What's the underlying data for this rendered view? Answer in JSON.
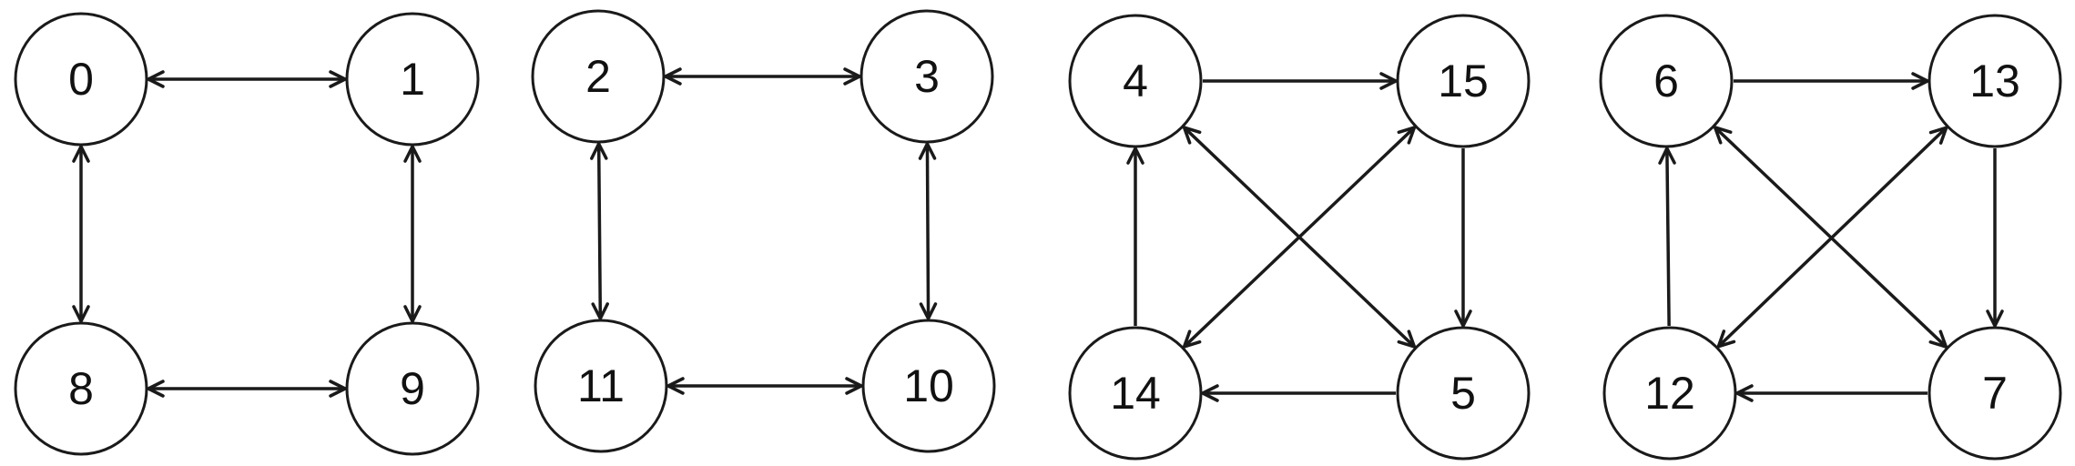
{
  "colors": {
    "stroke": "#1a1a1a",
    "text": "#111111",
    "background": "#ffffff"
  },
  "nodes": [
    {
      "id": "0",
      "label": "0"
    },
    {
      "id": "1",
      "label": "1"
    },
    {
      "id": "8",
      "label": "8"
    },
    {
      "id": "9",
      "label": "9"
    },
    {
      "id": "2",
      "label": "2"
    },
    {
      "id": "3",
      "label": "3"
    },
    {
      "id": "11",
      "label": "11"
    },
    {
      "id": "10",
      "label": "10"
    },
    {
      "id": "4",
      "label": "4"
    },
    {
      "id": "15",
      "label": "15"
    },
    {
      "id": "14",
      "label": "14"
    },
    {
      "id": "5",
      "label": "5"
    },
    {
      "id": "6",
      "label": "6"
    },
    {
      "id": "13",
      "label": "13"
    },
    {
      "id": "12",
      "label": "12"
    },
    {
      "id": "7",
      "label": "7"
    }
  ],
  "edges": [
    {
      "from": "0",
      "to": "1",
      "bidirectional": true
    },
    {
      "from": "0",
      "to": "8",
      "bidirectional": true
    },
    {
      "from": "1",
      "to": "9",
      "bidirectional": true
    },
    {
      "from": "8",
      "to": "9",
      "bidirectional": true
    },
    {
      "from": "2",
      "to": "3",
      "bidirectional": true
    },
    {
      "from": "2",
      "to": "11",
      "bidirectional": true
    },
    {
      "from": "3",
      "to": "10",
      "bidirectional": true
    },
    {
      "from": "11",
      "to": "10",
      "bidirectional": true
    },
    {
      "from": "4",
      "to": "15",
      "bidirectional": false
    },
    {
      "from": "15",
      "to": "5",
      "bidirectional": false
    },
    {
      "from": "5",
      "to": "14",
      "bidirectional": false
    },
    {
      "from": "14",
      "to": "4",
      "bidirectional": false
    },
    {
      "from": "4",
      "to": "5",
      "bidirectional": true
    },
    {
      "from": "14",
      "to": "15",
      "bidirectional": true
    },
    {
      "from": "6",
      "to": "13",
      "bidirectional": false
    },
    {
      "from": "13",
      "to": "7",
      "bidirectional": false
    },
    {
      "from": "7",
      "to": "12",
      "bidirectional": false
    },
    {
      "from": "12",
      "to": "6",
      "bidirectional": false
    },
    {
      "from": "6",
      "to": "7",
      "bidirectional": true
    },
    {
      "from": "12",
      "to": "13",
      "bidirectional": true
    }
  ]
}
